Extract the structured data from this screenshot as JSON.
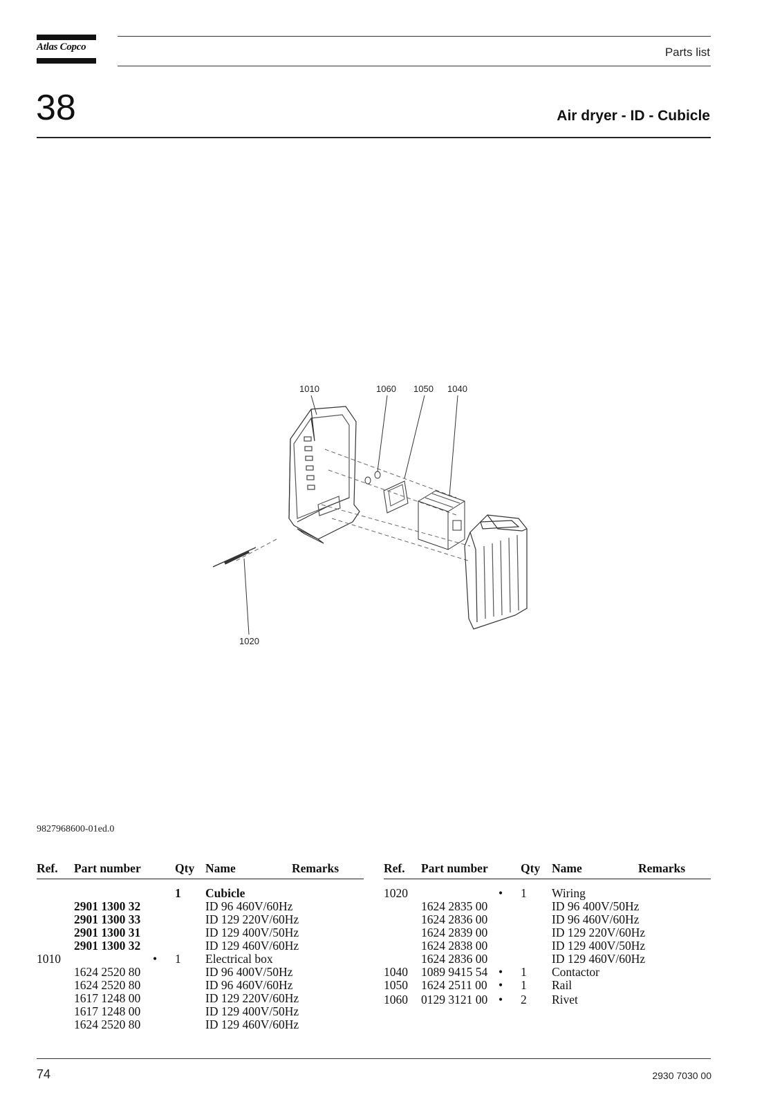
{
  "header": {
    "brand": "Atlas Copco",
    "section_label": "Parts list",
    "chapter_number": "38",
    "title": "Air dryer - ID - Cubicle"
  },
  "figure": {
    "callouts": [
      "1010",
      "1060",
      "1050",
      "1040",
      "1020"
    ]
  },
  "document_code": "9827968600-01ed.0",
  "table_headers": {
    "ref": "Ref.",
    "part_number": "Part number",
    "qty": "Qty",
    "name": "Name",
    "remarks": "Remarks"
  },
  "left_table": [
    {
      "ref": "",
      "part": "",
      "dot": "",
      "qty": "1",
      "name": "Cubicle",
      "bold_part": false,
      "bold_name": true
    },
    {
      "ref": "",
      "part": "2901 1300 32",
      "dot": "",
      "qty": "",
      "name": "ID 96 460V/60Hz",
      "bold_part": true,
      "bold_name": false
    },
    {
      "ref": "",
      "part": "2901 1300 33",
      "dot": "",
      "qty": "",
      "name": "ID 129 220V/60Hz",
      "bold_part": true,
      "bold_name": false
    },
    {
      "ref": "",
      "part": "2901 1300 31",
      "dot": "",
      "qty": "",
      "name": "ID 129 400V/50Hz",
      "bold_part": true,
      "bold_name": false
    },
    {
      "ref": "",
      "part": "2901 1300 32",
      "dot": "",
      "qty": "",
      "name": "ID 129 460V/60Hz",
      "bold_part": true,
      "bold_name": false
    },
    {
      "ref": "1010",
      "part": "",
      "dot": "•",
      "qty": "1",
      "name": "Electrical box",
      "bold_part": false,
      "bold_name": false
    },
    {
      "ref": "",
      "part": "1624 2520 80",
      "dot": "",
      "qty": "",
      "name": "ID 96 400V/50Hz",
      "bold_part": false,
      "bold_name": false
    },
    {
      "ref": "",
      "part": "1624 2520 80",
      "dot": "",
      "qty": "",
      "name": "ID 96 460V/60Hz",
      "bold_part": false,
      "bold_name": false
    },
    {
      "ref": "",
      "part": "1617 1248 00",
      "dot": "",
      "qty": "",
      "name": "ID 129 220V/60Hz",
      "bold_part": false,
      "bold_name": false
    },
    {
      "ref": "",
      "part": "1617 1248 00",
      "dot": "",
      "qty": "",
      "name": "ID 129 400V/50Hz",
      "bold_part": false,
      "bold_name": false
    },
    {
      "ref": "",
      "part": "1624 2520 80",
      "dot": "",
      "qty": "",
      "name": "ID 129 460V/60Hz",
      "bold_part": false,
      "bold_name": false
    }
  ],
  "right_table": [
    {
      "ref": "1020",
      "part": "",
      "dot": "•",
      "qty": "1",
      "name": "Wiring",
      "bold_part": false,
      "bold_name": false
    },
    {
      "ref": "",
      "part": "1624 2835 00",
      "dot": "",
      "qty": "",
      "name": "ID 96 400V/50Hz",
      "bold_part": false,
      "bold_name": false
    },
    {
      "ref": "",
      "part": "1624 2836 00",
      "dot": "",
      "qty": "",
      "name": "ID 96 460V/60Hz",
      "bold_part": false,
      "bold_name": false
    },
    {
      "ref": "",
      "part": "1624 2839 00",
      "dot": "",
      "qty": "",
      "name": "ID 129 220V/60Hz",
      "bold_part": false,
      "bold_name": false
    },
    {
      "ref": "",
      "part": "1624 2838 00",
      "dot": "",
      "qty": "",
      "name": "ID 129 400V/50Hz",
      "bold_part": false,
      "bold_name": false
    },
    {
      "ref": "",
      "part": "1624 2836 00",
      "dot": "",
      "qty": "",
      "name": "ID 129 460V/60Hz",
      "bold_part": false,
      "bold_name": false
    },
    {
      "ref": "1040",
      "part": "1089 9415 54",
      "dot": "•",
      "qty": "1",
      "name": "Contactor",
      "bold_part": false,
      "bold_name": false
    },
    {
      "ref": "1050",
      "part": "1624 2511 00",
      "dot": "•",
      "qty": "1",
      "name": "Rail",
      "bold_part": false,
      "bold_name": false
    },
    {
      "ref": "1060",
      "part": "0129 3121 00",
      "dot": "•",
      "qty": "2",
      "name": "Rivet",
      "bold_part": false,
      "bold_name": false
    }
  ],
  "footer": {
    "page_number": "74",
    "document_number": "2930 7030 00"
  }
}
